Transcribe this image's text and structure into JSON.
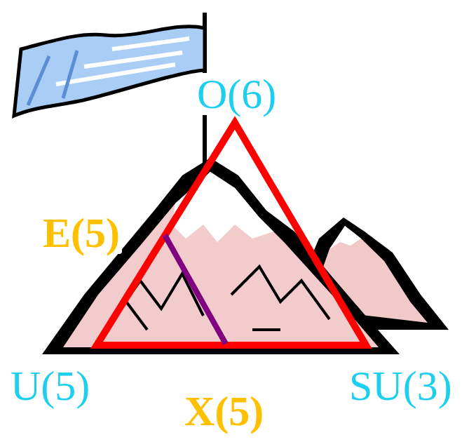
{
  "diagram": {
    "labels": [
      "O(6)",
      "E(5)",
      "U(5)",
      "SU(3)",
      "X(5)"
    ]
  }
}
